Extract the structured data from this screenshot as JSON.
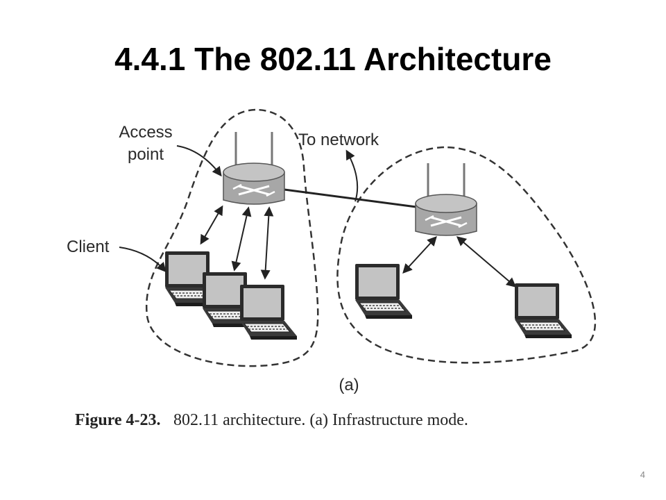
{
  "slide": {
    "title": "4.4.1 The 802.11 Architecture",
    "page_number": "4"
  },
  "figure": {
    "labels": {
      "access_point": [
        "Access",
        "point"
      ],
      "client": "Client",
      "to_network": "To network",
      "subfigure": "(a)"
    },
    "caption": {
      "number": "Figure 4-23.",
      "text": "802.11 architecture. (a) Infrastructure mode."
    }
  }
}
